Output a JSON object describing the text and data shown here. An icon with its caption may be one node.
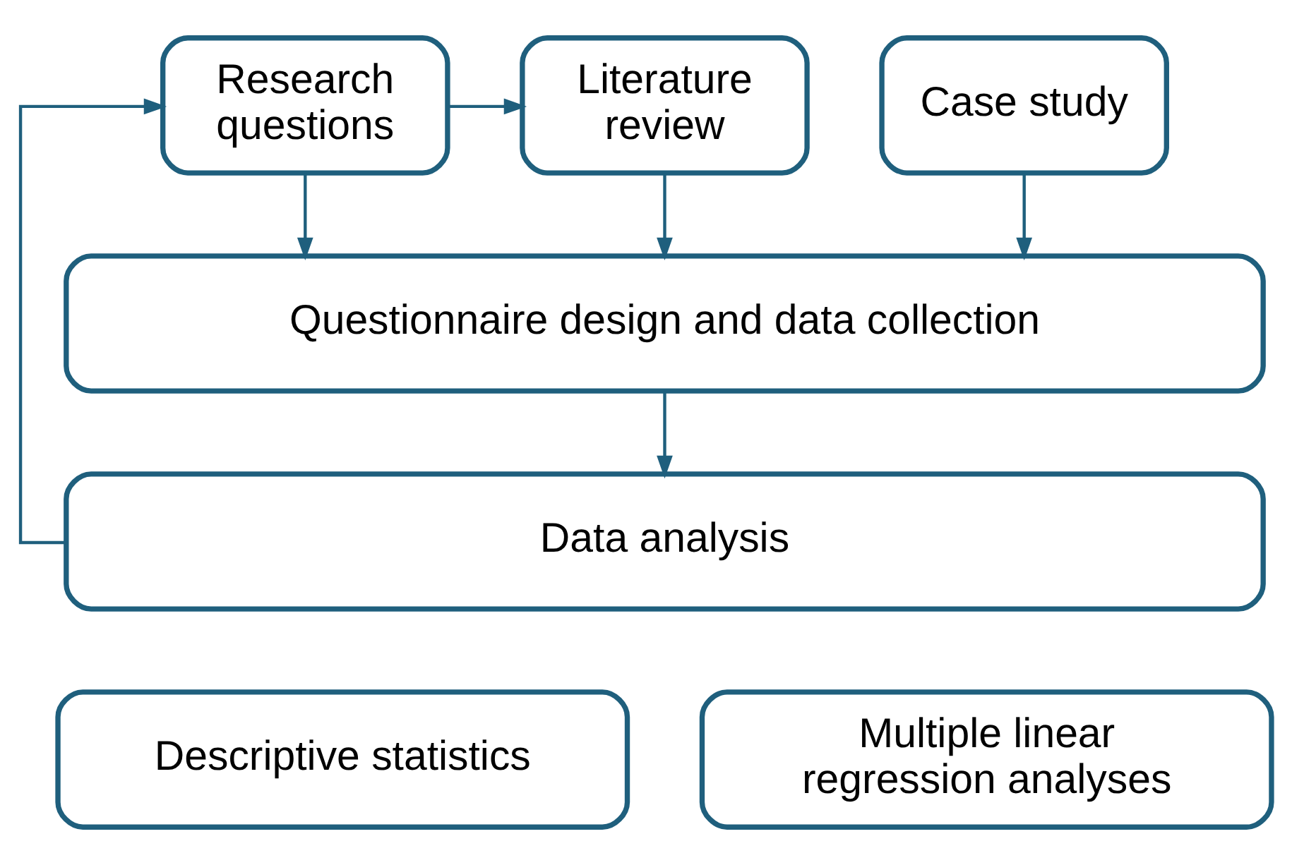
{
  "diagram": {
    "nodes": [
      {
        "text": [
          "Research questions"
        ]
      },
      {
        "text": [
          "Literature review"
        ]
      },
      {
        "text": [
          "Case study"
        ]
      },
      {
        "text": [
          "Questionnaire design and data collection"
        ]
      },
      {
        "text": [
          "Data analysis"
        ]
      },
      {
        "text": [
          "Descriptive statistics"
        ]
      },
      {
        "text": [
          "Multiple linear regression analyses"
        ]
      }
    ],
    "edges": [
      {
        "from": 0,
        "to": 1,
        "arrow": "to"
      },
      {
        "from": 0,
        "to": 3,
        "arrow": "to"
      },
      {
        "from": 1,
        "to": 3,
        "arrow": "to"
      },
      {
        "from": 2,
        "to": 3,
        "arrow": "to"
      },
      {
        "from": 3,
        "to": 4,
        "arrow": "to"
      },
      {
        "from": 4,
        "to": 0,
        "arrow": "to"
      }
    ]
  }
}
